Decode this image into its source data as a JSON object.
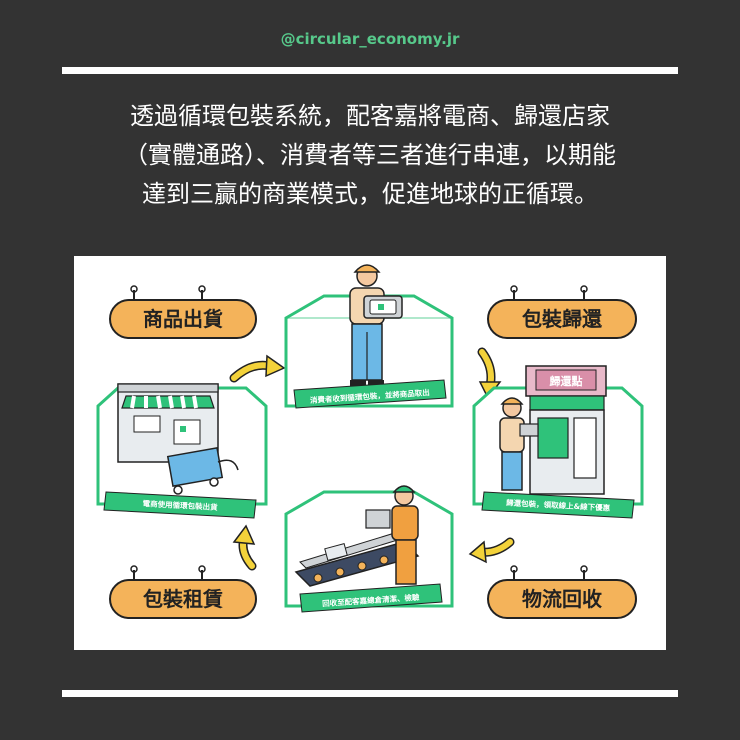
{
  "header": {
    "handle": "@circular_economy.jr"
  },
  "intro": {
    "lines": [
      "透過循環包裝系統，配客嘉將電商、歸還店家",
      "（實體通路）、消費者等三者進行串連，以期能",
      "達到三贏的商業模式，促進地球的正循環。"
    ]
  },
  "diagram": {
    "steps": {
      "goods_shipping": "商品出貨",
      "package_return": "包裝歸還",
      "logistics_recovery": "物流回收",
      "package_rental": "包裝租賃"
    },
    "captions": {
      "consumer": "消費者收到循環包裝，並將商品取出",
      "return_store": "歸還包裝，領取線上&線下優惠",
      "warehouse": "回收至配客嘉總倉清潔、檢驗",
      "ecommerce": "電商使用循環包裝出貨"
    },
    "return_sign": "歸還點"
  },
  "colors": {
    "background": "#333333",
    "accent_green": "#57c98b",
    "panel_green": "#2fc27a",
    "pill_orange": "#f4b35a",
    "arrow_yellow": "#f3d23a",
    "sign_pink": "#e8b9c9"
  }
}
